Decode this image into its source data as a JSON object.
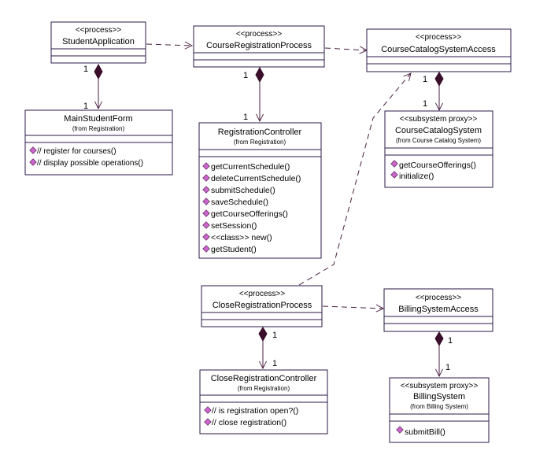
{
  "colors": {
    "border": "#2b1a4a",
    "line": "#4a1f40",
    "diamond": "#3a0f2a",
    "op_icon": "#cc66cc",
    "text": "#000000"
  },
  "classes": {
    "student_app": {
      "stereotype": "<<process>>",
      "name": "StudentApplication"
    },
    "course_reg_process": {
      "stereotype": "<<process>>",
      "name": "CourseRegistrationProcess"
    },
    "catalog_access": {
      "stereotype": "<<process>>",
      "name": "CourseCatalogSystemAccess"
    },
    "main_student_form": {
      "name": "MainStudentForm",
      "from": "(from Registration)",
      "ops": [
        "// register for courses()",
        "// display possible operations()"
      ]
    },
    "reg_controller": {
      "name": "RegistrationController",
      "from": "(from Registration)",
      "ops": [
        "getCurrentSchedule()",
        "deleteCurrentSchedule()",
        "submitSchedule()",
        "saveSchedule()",
        "getCourseOfferings()",
        "setSession()",
        "<<class>> new()",
        "getStudent()"
      ]
    },
    "catalog_system": {
      "stereotype": "<<subsystem proxy>>",
      "name": "CourseCatalogSystem",
      "from": "(from Course Catalog System)",
      "ops": [
        "getCourseOfferings()",
        "initialize()"
      ]
    },
    "close_reg_process": {
      "stereotype": "<<process>>",
      "name": "CloseRegistrationProcess"
    },
    "billing_access": {
      "stereotype": "<<process>>",
      "name": "BillingSystemAccess"
    },
    "close_reg_controller": {
      "name": "CloseRegistrationController",
      "from": "(from Registration)",
      "ops": [
        "// is registration open?()",
        "// close registration()"
      ]
    },
    "billing_system": {
      "stereotype": "<<subsystem proxy>>",
      "name": "BillingSystem",
      "from": "(from Billing System)",
      "ops": [
        "submitBill()"
      ]
    }
  },
  "multiplicities": {
    "m1": "1",
    "m2": "1",
    "m3": "1",
    "m4": "1",
    "m5": "1",
    "m6": "1",
    "m7": "1",
    "m8": "1",
    "m9": "1",
    "m10": "1"
  }
}
